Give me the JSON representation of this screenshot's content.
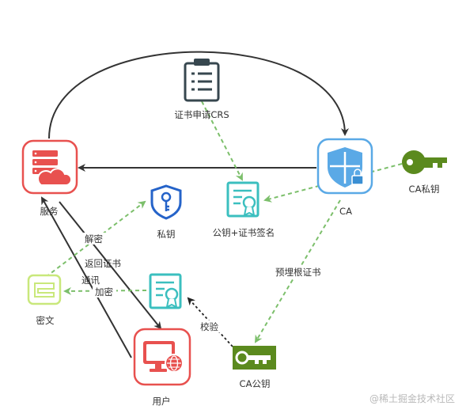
{
  "colors": {
    "server": "#e8514f",
    "user": "#e8514f",
    "ca": "#5aa9e6",
    "ca_private_key": "#5b8a1e",
    "ca_public_key": "#5b8a1e",
    "certificate": "#3bbfbf",
    "private_key": "#2563c9",
    "ciphertext": "#c9e87b",
    "csr_doc": "#37474f",
    "green_dashed": "#7cbf6b",
    "dark_line": "#333333"
  },
  "nodes": {
    "server": {
      "label": "服务",
      "icon": "server-cloud-icon"
    },
    "user": {
      "label": "用户",
      "icon": "monitor-globe-icon"
    },
    "ca": {
      "label": "CA",
      "icon": "shield-lock-icon"
    },
    "ca_private_key": {
      "label": "CA私钥",
      "icon": "key-icon"
    },
    "ca_public_key": {
      "label": "CA公钥",
      "icon": "key-icon"
    },
    "csr": {
      "label": "证书申请CRS",
      "icon": "document-icon"
    },
    "signed_cert": {
      "label": "公钥+证书签名",
      "icon": "certificate-icon"
    },
    "private_key": {
      "label": "私钥",
      "icon": "key-icon"
    },
    "ciphertext": {
      "label": "密文",
      "icon": "message-icon"
    },
    "user_cert": {
      "label": "",
      "icon": "certificate-icon"
    }
  },
  "edges": {
    "decrypt": "解密",
    "return_cert": "返回证书",
    "communicate": "通讯",
    "encrypt": "加密",
    "verify": "校验",
    "preset_root_cert": "预埋根证书"
  },
  "watermark": "@稀土掘金技术社区"
}
